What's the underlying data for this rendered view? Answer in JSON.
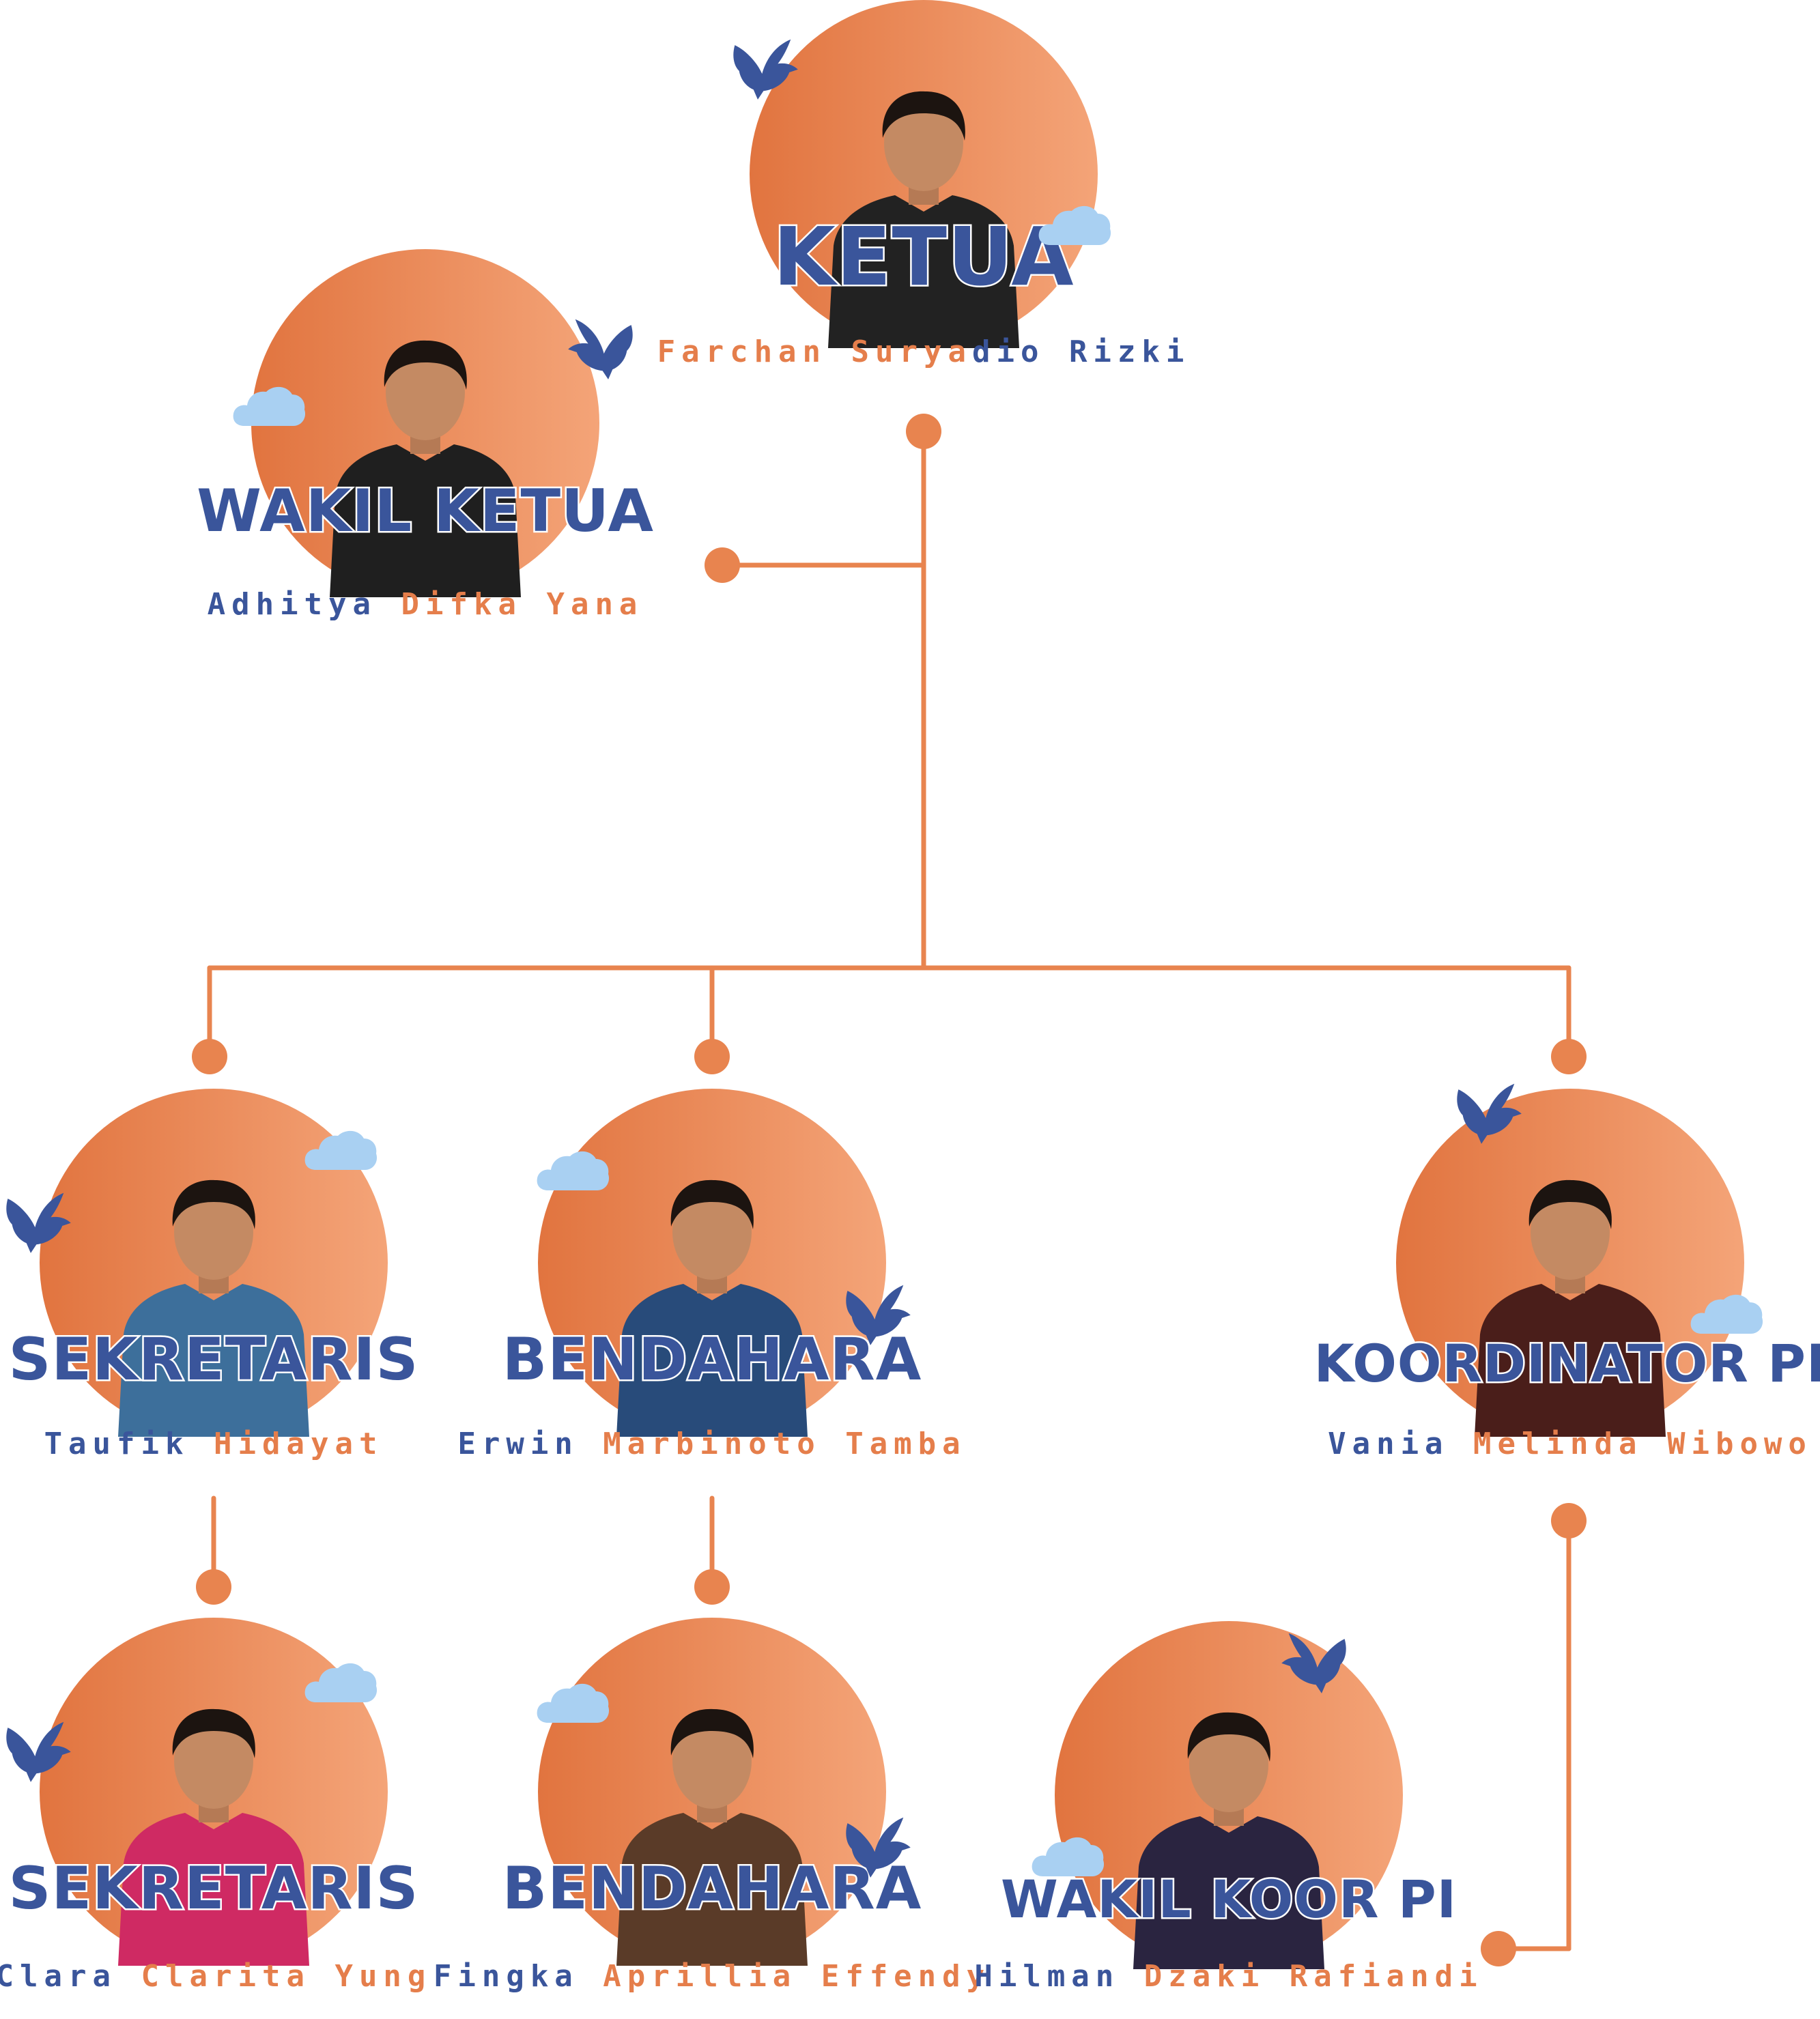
{
  "colors": {
    "accent_orange": "#E57E4B",
    "circle_dark": "#E1743F",
    "circle_light": "#F4A478",
    "navy": "#3A559B",
    "cloud": "#A9D0F2",
    "line": "#E8844F"
  },
  "icons": {
    "bird": "dove-icon",
    "cloud": "cloud-icon"
  },
  "members": [
    {
      "id": "ketua",
      "role": "KETUA",
      "name_part1": "Farchan Surya",
      "name_part2": "dio Rizki",
      "name_color1": "orange",
      "name_color2": "navy"
    },
    {
      "id": "wakil-ketua",
      "role": "WAKIL KETUA",
      "name_part1": "Adhitya ",
      "name_part2": "Difka Yana",
      "name_color1": "navy",
      "name_color2": "orange"
    },
    {
      "id": "sekretaris-1",
      "role": "SEKRETARIS",
      "name_part1": "Taufik ",
      "name_part2": "Hidayat",
      "name_color1": "navy",
      "name_color2": "orange"
    },
    {
      "id": "bendahara-1",
      "role": "BENDAHARA",
      "name_part1": "Erwin ",
      "name_part2": "Marbinoto Tamba",
      "name_color1": "navy",
      "name_color2": "orange"
    },
    {
      "id": "koordinator-pi",
      "role": "KOORDINATOR PI",
      "name_part1": "Vania ",
      "name_part2": "Melinda Wibowo",
      "name_color1": "navy",
      "name_color2": "orange"
    },
    {
      "id": "sekretaris-2",
      "role": "SEKRETARIS",
      "name_part1": "Clara ",
      "name_part2": "Clarita Yung",
      "name_color1": "navy",
      "name_color2": "orange"
    },
    {
      "id": "bendahara-2",
      "role": "BENDAHARA",
      "name_part1": "Fingka ",
      "name_part2": "Aprillia Effendy",
      "name_color1": "navy",
      "name_color2": "orange"
    },
    {
      "id": "wakil-koor-pi",
      "role": "WAKIL KOOR PI",
      "name_part1": "Hilman ",
      "name_part2": "Dzaki Rafiandi",
      "name_color1": "navy",
      "name_color2": "orange"
    }
  ]
}
